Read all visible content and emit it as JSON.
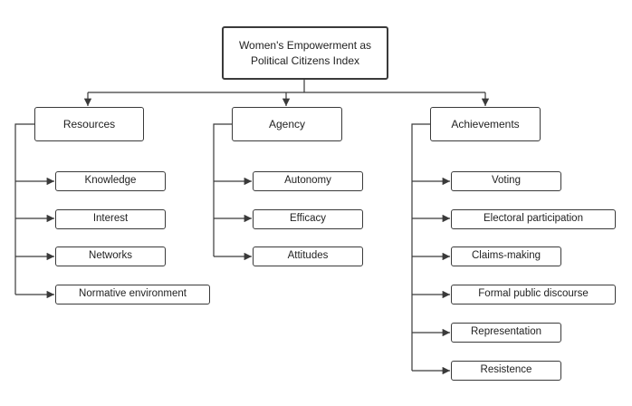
{
  "root": {
    "line1": "Women's Empowerment as",
    "line2": "Political Citizens Index"
  },
  "categories": [
    {
      "label": "Resources",
      "items": [
        "Knowledge",
        "Interest",
        "Networks",
        "Normative environment"
      ]
    },
    {
      "label": "Agency",
      "items": [
        "Autonomy",
        "Efficacy",
        "Attitudes"
      ]
    },
    {
      "label": "Achievements",
      "items": [
        "Voting",
        "Electoral participation",
        "Claims-making",
        "Formal public discourse",
        "Representation",
        "Resistence"
      ]
    }
  ],
  "colors": {
    "line": "#3a3a3a",
    "border": "#3a3a3a",
    "text": "#222222",
    "background": "#ffffff"
  }
}
